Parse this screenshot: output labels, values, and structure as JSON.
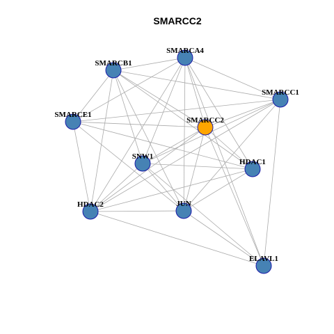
{
  "title": "SMARCC2",
  "colors": {
    "background": "#ffffff",
    "edge": "#aaaaaa",
    "node_default_fill": "#4682b4",
    "node_highlight_fill": "#ffa500",
    "node_stroke": "#1a1aa8"
  },
  "nodes": [
    {
      "id": "SMARCA4",
      "label": "SMARCA4",
      "highlight": false
    },
    {
      "id": "SMARCB1",
      "label": "SMARCB1",
      "highlight": false
    },
    {
      "id": "SMARCC1",
      "label": "SMARCC1",
      "highlight": false
    },
    {
      "id": "SMARCE1",
      "label": "SMARCE1",
      "highlight": false
    },
    {
      "id": "SMARCC2",
      "label": "SMARCC2",
      "highlight": true
    },
    {
      "id": "SNW1",
      "label": "SNW1",
      "highlight": false
    },
    {
      "id": "HDAC1",
      "label": "HDAC1",
      "highlight": false
    },
    {
      "id": "HDAC2",
      "label": "HDAC2",
      "highlight": false
    },
    {
      "id": "JUN",
      "label": "JUN",
      "highlight": false
    },
    {
      "id": "ELAVL1",
      "label": "ELAVL1",
      "highlight": false
    }
  ],
  "edges": [
    [
      "SMARCB1",
      "SMARCA4"
    ],
    [
      "SMARCB1",
      "SMARCC1"
    ],
    [
      "SMARCB1",
      "SMARCE1"
    ],
    [
      "SMARCB1",
      "SNW1"
    ],
    [
      "SMARCB1",
      "SMARCC2"
    ],
    [
      "SMARCB1",
      "HDAC1"
    ],
    [
      "SMARCB1",
      "JUN"
    ],
    [
      "SMARCB1",
      "HDAC2"
    ],
    [
      "SMARCA4",
      "SMARCC1"
    ],
    [
      "SMARCA4",
      "SMARCE1"
    ],
    [
      "SMARCA4",
      "SMARCC2"
    ],
    [
      "SMARCA4",
      "SNW1"
    ],
    [
      "SMARCA4",
      "HDAC1"
    ],
    [
      "SMARCA4",
      "HDAC2"
    ],
    [
      "SMARCA4",
      "JUN"
    ],
    [
      "SMARCA4",
      "ELAVL1"
    ],
    [
      "SMARCC1",
      "SMARCE1"
    ],
    [
      "SMARCC1",
      "SMARCC2"
    ],
    [
      "SMARCC1",
      "SNW1"
    ],
    [
      "SMARCC1",
      "HDAC2"
    ],
    [
      "SMARCC1",
      "JUN"
    ],
    [
      "SMARCC1",
      "ELAVL1"
    ],
    [
      "SMARCE1",
      "SMARCC2"
    ],
    [
      "SMARCE1",
      "HDAC1"
    ],
    [
      "SMARCE1",
      "HDAC2"
    ],
    [
      "SMARCE1",
      "JUN"
    ],
    [
      "SMARCC2",
      "SNW1"
    ],
    [
      "SMARCC2",
      "HDAC1"
    ],
    [
      "SMARCC2",
      "HDAC2"
    ],
    [
      "SMARCC2",
      "JUN"
    ],
    [
      "SMARCC2",
      "ELAVL1"
    ],
    [
      "SNW1",
      "HDAC1"
    ],
    [
      "SNW1",
      "HDAC2"
    ],
    [
      "SNW1",
      "JUN"
    ],
    [
      "SNW1",
      "ELAVL1"
    ],
    [
      "HDAC1",
      "HDAC2"
    ],
    [
      "HDAC1",
      "JUN"
    ],
    [
      "HDAC2",
      "JUN"
    ],
    [
      "HDAC2",
      "ELAVL1"
    ],
    [
      "JUN",
      "ELAVL1"
    ]
  ]
}
